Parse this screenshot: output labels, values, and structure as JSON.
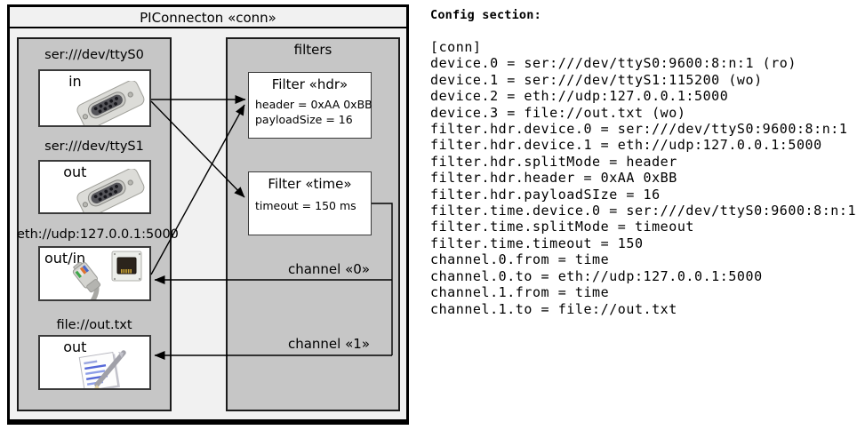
{
  "diagram": {
    "title": "PIConnecton «conn»",
    "devices": [
      {
        "label": "ser:///dev/ttyS0",
        "port": "in",
        "icon": "serial-db9-connector"
      },
      {
        "label": "ser:///dev/ttyS1",
        "port": "out",
        "icon": "serial-db9-connector"
      },
      {
        "label": "eth://udp:127.0.0.1:5000",
        "port": "out/in",
        "icon": "ethernet-jack-and-plug"
      },
      {
        "label": "file://out.txt",
        "port": "out",
        "icon": "notepad-with-pencil"
      }
    ],
    "filters_group": {
      "title": "filters",
      "filters": [
        {
          "title": "Filter «hdr»",
          "attributes": [
            "header = 0xAA 0xBB",
            "payloadSize = 16"
          ]
        },
        {
          "title": "Filter «time»",
          "attributes": [
            "timeout = 150 ms"
          ]
        }
      ]
    },
    "channels": [
      {
        "label": "channel «0»"
      },
      {
        "label": "channel «1»"
      }
    ]
  },
  "config": {
    "heading": "Config section:",
    "text": "[conn]\ndevice.0 = ser:///dev/ttyS0:9600:8:n:1 (ro)\ndevice.1 = ser:///dev/ttyS1:115200 (wo)\ndevice.2 = eth://udp:127.0.0.1:5000\ndevice.3 = file://out.txt (wo)\nfilter.hdr.device.0 = ser:///dev/ttyS0:9600:8:n:1\nfilter.hdr.device.1 = eth://udp:127.0.0.1:5000\nfilter.hdr.splitMode = header\nfilter.hdr.header = 0xAA 0xBB\nfilter.hdr.payloadSIze = 16\nfilter.time.device.0 = ser:///dev/ttyS0:9600:8:n:1\nfilter.time.splitMode = timeout\nfilter.time.timeout = 150\nchannel.0.from = time\nchannel.0.to = eth://udp:127.0.0.1:5000\nchannel.1.from = time\nchannel.1.to = file://out.txt"
  },
  "colors": {
    "outer_fill": "#f1f1f1",
    "group_fill": "#c6c6c6",
    "box_fill": "#ffffff",
    "line": "#000000"
  }
}
